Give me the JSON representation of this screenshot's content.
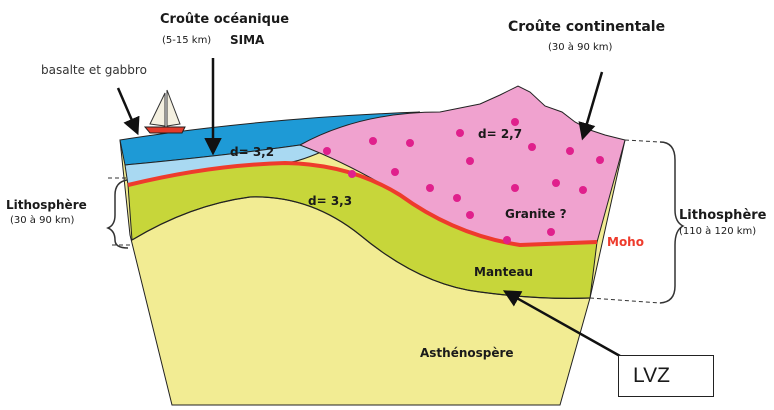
{
  "labels": {
    "oceanic_crust": "Croûte océanique",
    "oceanic_thickness": "(5-15 km)",
    "sima": "SIMA",
    "continental_crust": "Croûte continentale",
    "continental_thickness": "(30 à 90 km)",
    "basalt": "basalte et gabbro",
    "lithosphere_left": "Lithosphère",
    "lithosphere_left_thickness": "(30 à 90 km)",
    "lithosphere_right": "Lithosphère",
    "lithosphere_right_thickness": "(110 à 120 km)",
    "density_oceanic": "d= 3,2",
    "density_continental": "d= 2,7",
    "density_mantle": "d= 3,3",
    "granite": "Granite ?",
    "moho": "Moho",
    "mantle": "Manteau",
    "asthenosphere": "Asthénospère",
    "lvz": "LVZ"
  },
  "colors": {
    "sea": "#1e9ad6",
    "oceanic_crust": "#a9d9f2",
    "continental_crust": "#f0a2cf",
    "granite_dots": "#e0208c",
    "mantle": "#c7d63a",
    "asthenosphere": "#f2ec93",
    "moho": "#ee3b2c"
  }
}
